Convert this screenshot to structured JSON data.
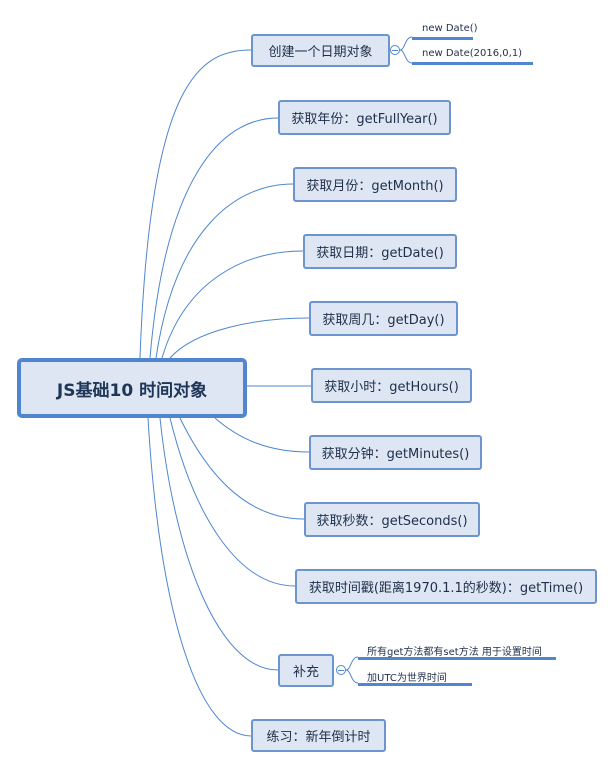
{
  "root": {
    "label": "JS基础10 时间对象"
  },
  "branches": [
    {
      "label": "创建一个日期对象"
    },
    {
      "label": "获取年份：getFullYear()"
    },
    {
      "label": "获取月份：getMonth()"
    },
    {
      "label": "获取日期：getDate()"
    },
    {
      "label": "获取周几：getDay()"
    },
    {
      "label": "获取小时：getHours()"
    },
    {
      "label": "获取分钟：getMinutes()"
    },
    {
      "label": "获取秒数：getSeconds()"
    },
    {
      "label": "获取时间戳(距离1970.1.1的秒数)：getTime()"
    },
    {
      "label": "补充"
    },
    {
      "label": "练习：新年倒计时"
    }
  ],
  "create_children": [
    {
      "label": "new Date()"
    },
    {
      "label": "new Date(2016,0,1)"
    }
  ],
  "supplement_children": [
    {
      "label": "所有get方法都有set方法 用于设置时间"
    },
    {
      "label": "加UTC为世界时间"
    }
  ],
  "colors": {
    "connector": "#4f86cf",
    "node_fill": "#dde6f2",
    "node_border": "#6b95cc",
    "root_border": "#4f86cf",
    "text": "#1f2f4a"
  }
}
